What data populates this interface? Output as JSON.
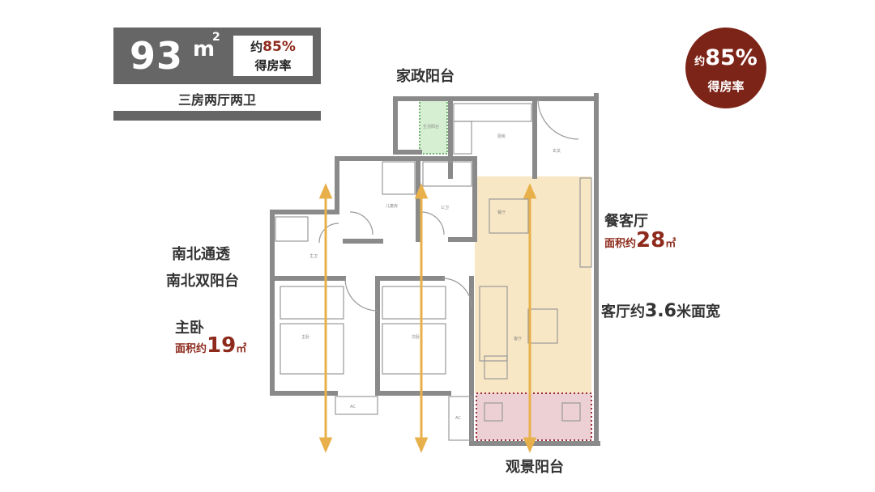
{
  "header": {
    "area_number": "93",
    "area_unit": "m",
    "area_sup": "2",
    "ratio_prefix": "约",
    "ratio_value": "85%",
    "ratio_text": "得房率",
    "layout_type": "三房两厅两卫"
  },
  "badge": {
    "prefix": "约",
    "value": "85%",
    "text": "得房率"
  },
  "labels": {
    "service_balcony": "家政阳台",
    "ns_line1": "南北通透",
    "ns_line2": "南北双阳台",
    "master_title": "主卧",
    "master_area_prefix": "面积约",
    "master_area_value": "19",
    "master_area_unit": "㎡",
    "dining_title": "餐客厅",
    "dining_area_prefix": "面积约",
    "dining_area_value": "28",
    "dining_area_unit": "㎡",
    "living_width_prefix": "客厅约",
    "living_width_value": "3.6",
    "living_width_suffix": "米面宽",
    "view_balcony": "观景阳台"
  },
  "plan_rooms": {
    "kids_room": "儿童房",
    "public_bath": "公卫",
    "master_bath": "主卫",
    "master_bedroom": "主卧",
    "second_bedroom": "次卧",
    "dining": "餐厅",
    "living": "客厅",
    "kitchen": "厨房",
    "entry": "玄关",
    "laundry": "生活阳台",
    "ac1": "AC",
    "ac2": "AC"
  },
  "colors": {
    "wall": "#8a8a8a",
    "accent_red": "#8e2a1c",
    "badge_bg": "#7d2418",
    "arrow": "#e8b04a",
    "living_highlight": "#f8e7c4",
    "balcony_highlight": "#e8c8cc",
    "green_highlight": "#d6efd2"
  }
}
